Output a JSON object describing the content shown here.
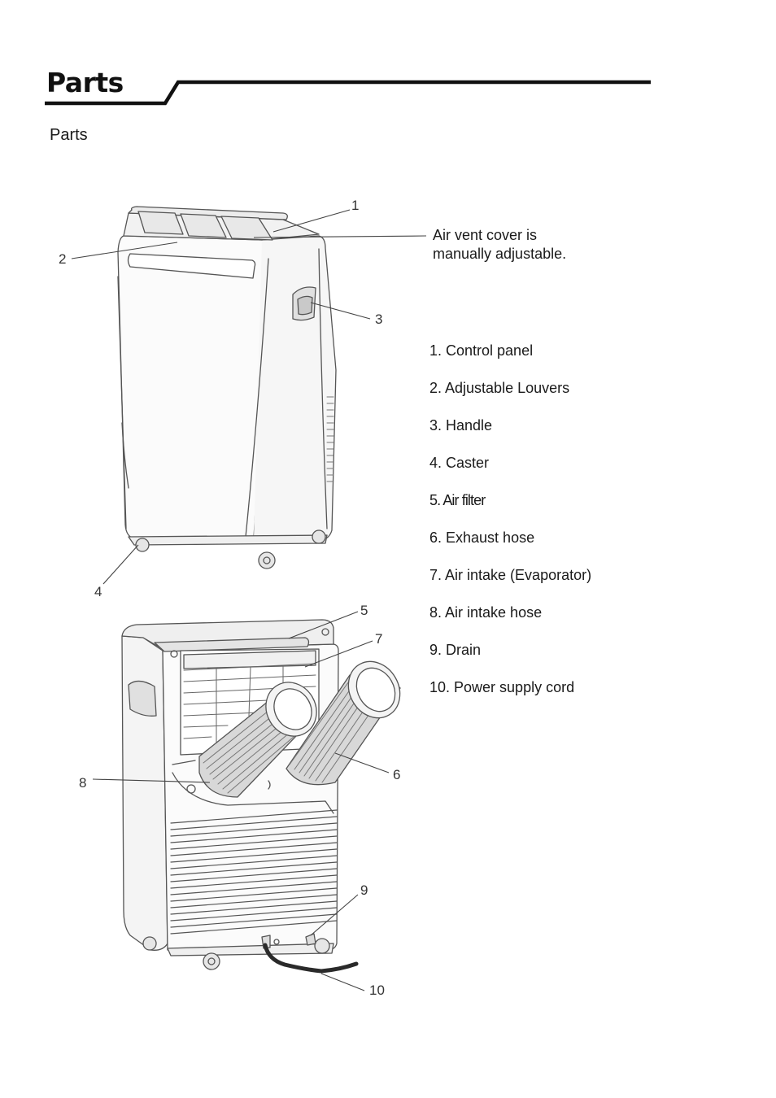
{
  "header": {
    "title": "Parts"
  },
  "section": {
    "subtitle": "Parts"
  },
  "vent_note": {
    "line1": "Air vent cover is",
    "line2": "manually adjustable."
  },
  "parts": [
    "1. Control panel",
    "2. Adjustable Louvers",
    "3. Handle",
    "4. Caster",
    "5. Air filter",
    "6. Exhaust hose",
    "7. Air intake (Evaporator)",
    "8. Air intake hose",
    "9. Drain",
    "10. Power supply cord"
  ],
  "callouts": {
    "n1": "1",
    "n2": "2",
    "n3": "3",
    "n4": "4",
    "n5": "5",
    "n6": "6",
    "n7": "7",
    "n8": "8",
    "n9": "9",
    "n10": "10"
  }
}
